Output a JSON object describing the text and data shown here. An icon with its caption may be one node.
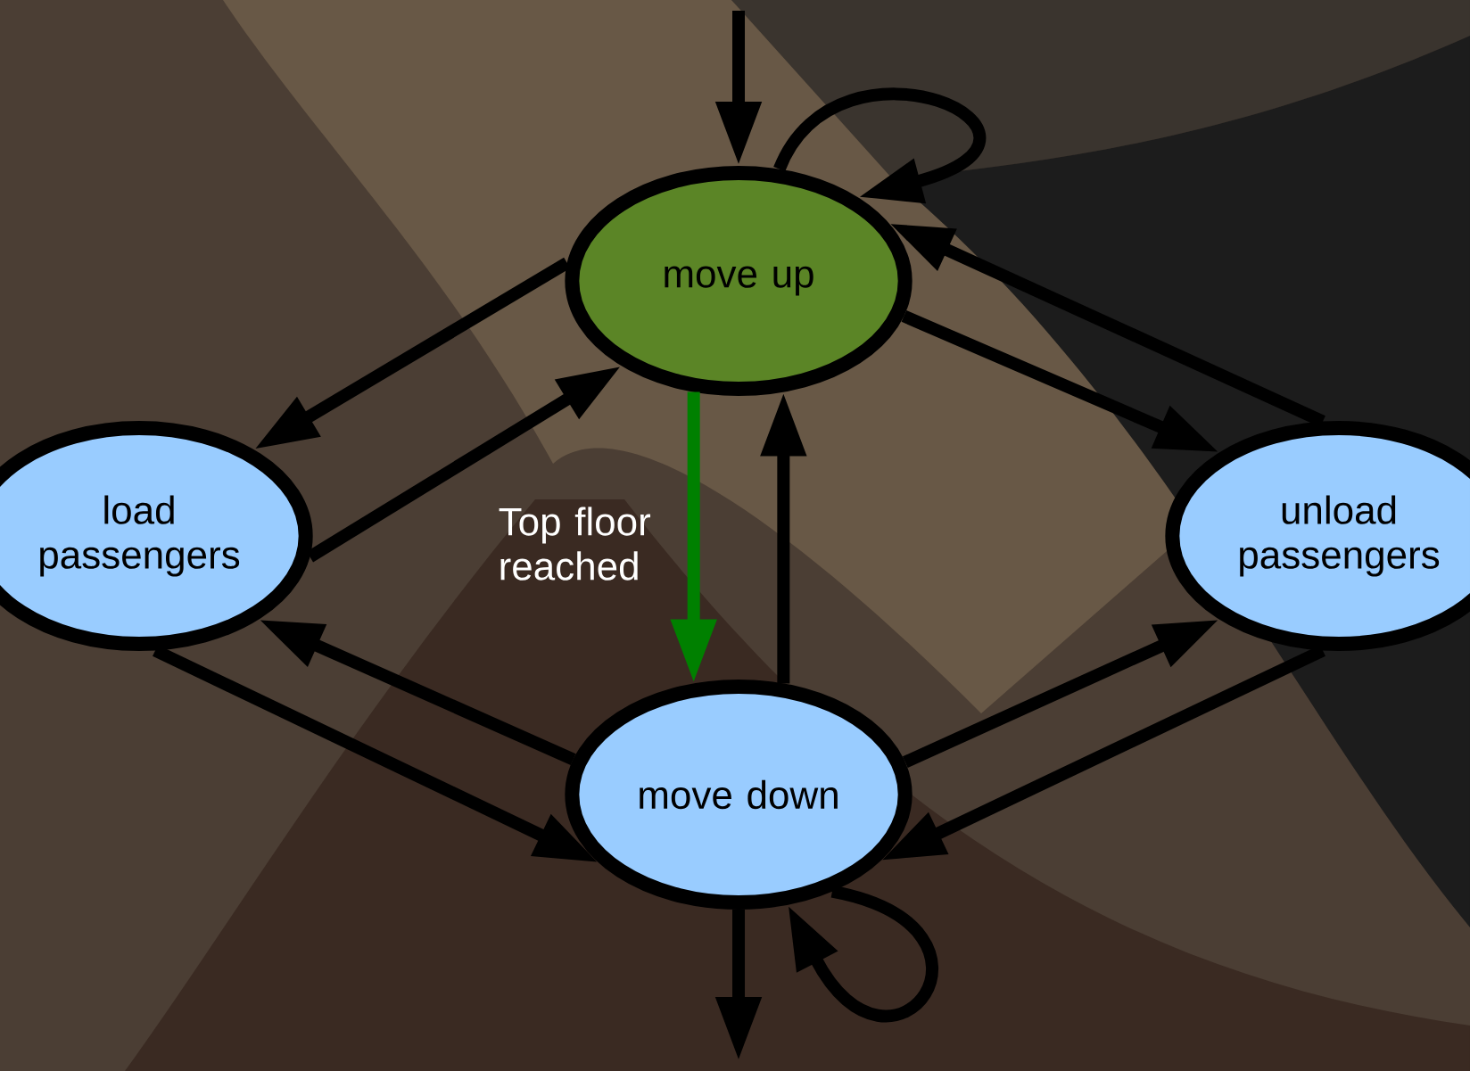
{
  "diagram": {
    "nodes": [
      {
        "text": [
          "move up"
        ]
      },
      {
        "text": [
          "load passengers"
        ]
      },
      {
        "text": [
          "unload passengers"
        ]
      },
      {
        "text": [
          "move down"
        ]
      }
    ],
    "edges": [
      {
        "from": null,
        "to": 0,
        "arrow": "to"
      },
      {
        "from": 0,
        "to": 0,
        "arrow": "to"
      },
      {
        "from": 0,
        "to": 1,
        "arrow": "to"
      },
      {
        "from": 1,
        "to": 0,
        "arrow": "to"
      },
      {
        "from": 2,
        "to": 0,
        "arrow": "to"
      },
      {
        "from": 0,
        "to": 2,
        "arrow": "to"
      },
      {
        "from": 0,
        "to": 3,
        "arrow": "to",
        "label": "Top floor reached",
        "color": "#008000"
      },
      {
        "from": 3,
        "to": 0,
        "arrow": "to"
      },
      {
        "from": 3,
        "to": 1,
        "arrow": "to"
      },
      {
        "from": 1,
        "to": 3,
        "arrow": "to"
      },
      {
        "from": 3,
        "to": 2,
        "arrow": "to"
      },
      {
        "from": 2,
        "to": 3,
        "arrow": "to"
      },
      {
        "from": 3,
        "to": 3,
        "arrow": "to"
      },
      {
        "from": 3,
        "to": null,
        "arrow": "to"
      }
    ]
  }
}
